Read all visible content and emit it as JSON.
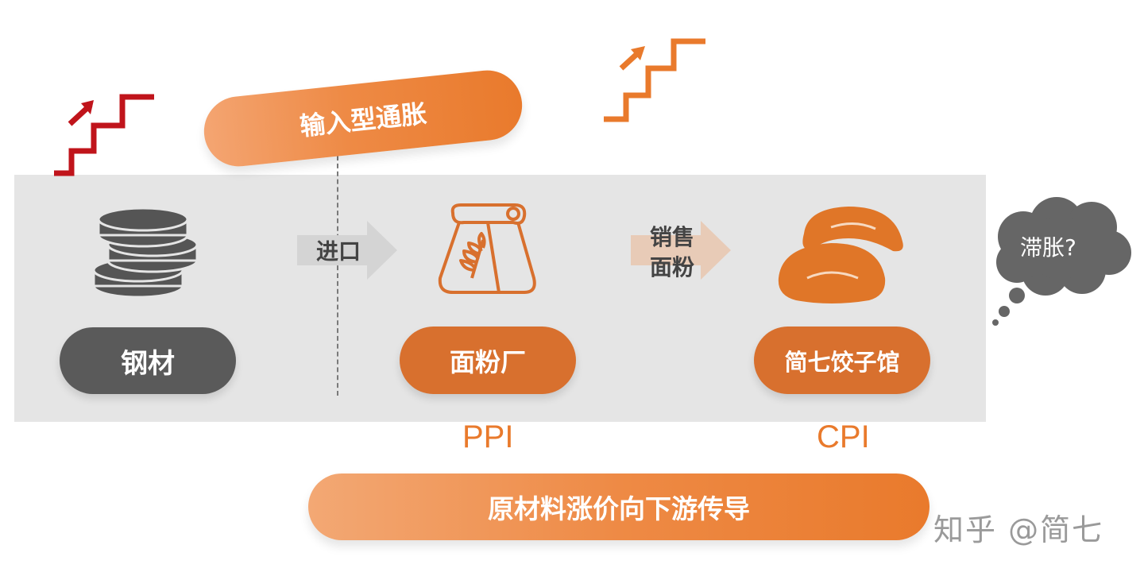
{
  "banner_top": "输入型通胀",
  "nodes": {
    "steel": "钢材",
    "flour_factory": "面粉厂",
    "dumpling_shop": "简七饺子馆"
  },
  "arrows": {
    "import": "进口",
    "sell_line1": "销售",
    "sell_line2": "面粉"
  },
  "indices": {
    "ppi": "PPI",
    "cpi": "CPI"
  },
  "thought": "滞胀?",
  "banner_bottom": "原材料涨价向下游传导",
  "watermark": "知乎 @简七",
  "colors": {
    "orange": "#e97a2c",
    "red_stairs": "#c0141b",
    "gray_pill": "#5a5a5a",
    "panel": "#e5e5e5"
  },
  "icons": [
    "stairs-up-red-icon",
    "stairs-up-orange-icon",
    "coin-stack-icon",
    "flour-bag-icon",
    "dumplings-icon",
    "thought-cloud-icon"
  ]
}
